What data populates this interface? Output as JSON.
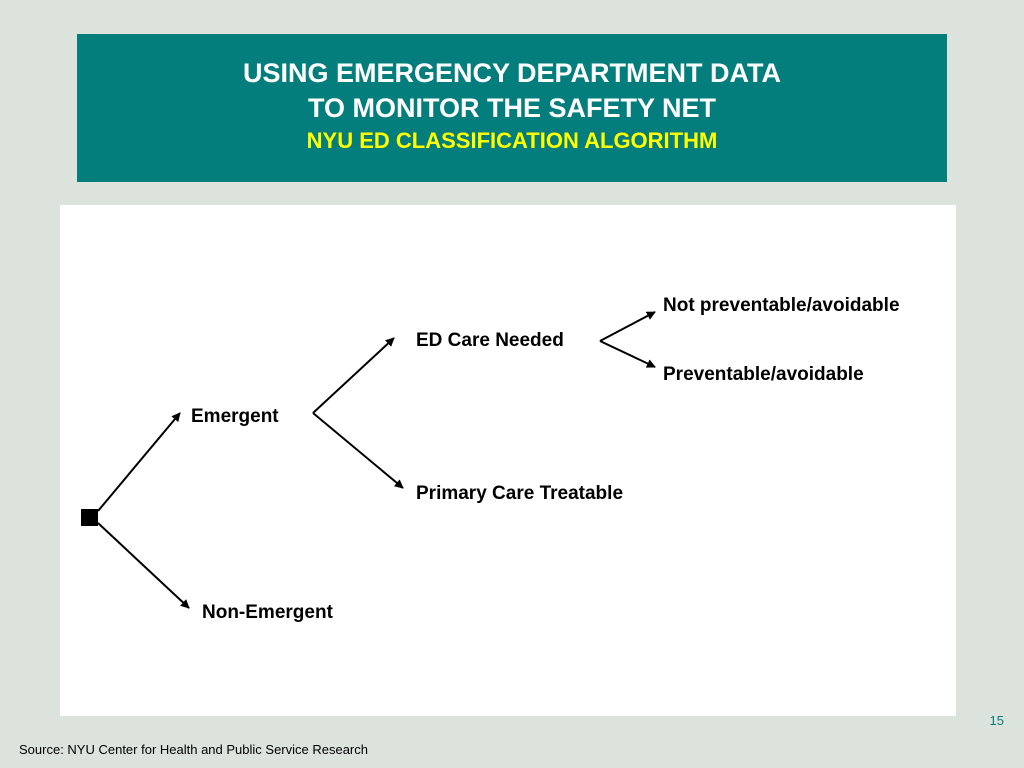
{
  "header": {
    "title_line1": "USING EMERGENCY DEPARTMENT DATA",
    "title_line2": "TO MONITOR THE SAFETY NET",
    "subtitle": "NYU ED CLASSIFICATION ALGORITHM"
  },
  "diagram": {
    "emergent": "Emergent",
    "non_emergent": "Non-Emergent",
    "ed_care_needed": "ED Care Needed",
    "primary_care_treatable": "Primary Care Treatable",
    "not_preventable": "Not preventable/avoidable",
    "preventable": "Preventable/avoidable"
  },
  "footer": {
    "page_number": "15",
    "source": "Source:  NYU Center for Health and Public Service Research"
  },
  "colors": {
    "header_bg": "#037e7c",
    "header_text": "#ffffff",
    "subtitle_text": "#ffff00",
    "slide_bg": "#dce3dd"
  }
}
